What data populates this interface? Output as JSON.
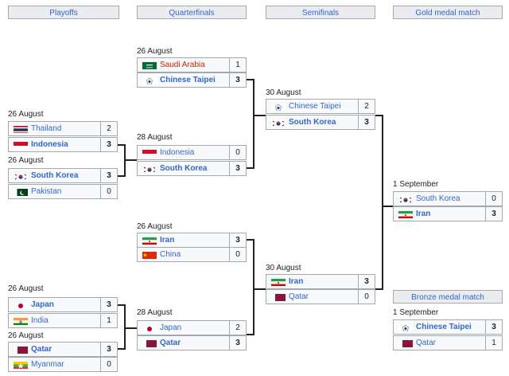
{
  "headers": {
    "playoffs": "Playoffs",
    "quarterfinals": "Quarterfinals",
    "semifinals": "Semifinals",
    "gold": "Gold medal match",
    "bronze": "Bronze medal match"
  },
  "matches": {
    "p1": {
      "date": "26 August",
      "teams": [
        {
          "name": "Thailand",
          "score": "2",
          "flag": "thailand-flag-icon"
        },
        {
          "name": "Indonesia",
          "score": "3",
          "flag": "indonesia-flag-icon"
        }
      ]
    },
    "p2": {
      "date": "26 August",
      "teams": [
        {
          "name": "South Korea",
          "score": "3",
          "flag": "south-korea-flag-icon"
        },
        {
          "name": "Pakistan",
          "score": "0",
          "flag": "pakistan-flag-icon"
        }
      ]
    },
    "p3": {
      "date": "26 August",
      "teams": [
        {
          "name": "Japan",
          "score": "3",
          "flag": "japan-flag-icon"
        },
        {
          "name": "India",
          "score": "1",
          "flag": "india-flag-icon"
        }
      ]
    },
    "p4": {
      "date": "26 August",
      "teams": [
        {
          "name": "Qatar",
          "score": "3",
          "flag": "qatar-flag-icon"
        },
        {
          "name": "Myanmar",
          "score": "0",
          "flag": "myanmar-flag-icon"
        }
      ]
    },
    "q1": {
      "date": "26 August",
      "teams": [
        {
          "name": "Saudi Arabia",
          "score": "1",
          "flag": "saudi-arabia-flag-icon"
        },
        {
          "name": "Chinese Taipei",
          "score": "3",
          "flag": "chinese-taipei-flag-icon"
        }
      ]
    },
    "q2": {
      "date": "28 August",
      "teams": [
        {
          "name": "Indonesia",
          "score": "0",
          "flag": "indonesia-flag-icon"
        },
        {
          "name": "South Korea",
          "score": "3",
          "flag": "south-korea-flag-icon"
        }
      ]
    },
    "q3": {
      "date": "26 August",
      "teams": [
        {
          "name": "Iran",
          "score": "3",
          "flag": "iran-flag-icon"
        },
        {
          "name": "China",
          "score": "0",
          "flag": "china-flag-icon"
        }
      ]
    },
    "q4": {
      "date": "28 August",
      "teams": [
        {
          "name": "Japan",
          "score": "2",
          "flag": "japan-flag-icon"
        },
        {
          "name": "Qatar",
          "score": "3",
          "flag": "qatar-flag-icon"
        }
      ]
    },
    "s1": {
      "date": "30 August",
      "teams": [
        {
          "name": "Chinese Taipei",
          "score": "2",
          "flag": "chinese-taipei-flag-icon"
        },
        {
          "name": "South Korea",
          "score": "3",
          "flag": "south-korea-flag-icon"
        }
      ]
    },
    "s2": {
      "date": "30 August",
      "teams": [
        {
          "name": "Iran",
          "score": "3",
          "flag": "iran-flag-icon"
        },
        {
          "name": "Qatar",
          "score": "0",
          "flag": "qatar-flag-icon"
        }
      ]
    },
    "gold": {
      "date": "1 September",
      "teams": [
        {
          "name": "South Korea",
          "score": "0",
          "flag": "south-korea-flag-icon"
        },
        {
          "name": "Iran",
          "score": "3",
          "flag": "iran-flag-icon"
        }
      ]
    },
    "bronze": {
      "date": "1 September",
      "teams": [
        {
          "name": "Chinese Taipei",
          "score": "3",
          "flag": "chinese-taipei-flag-icon"
        },
        {
          "name": "Qatar",
          "score": "1",
          "flag": "qatar-flag-icon"
        }
      ]
    }
  },
  "colors": {
    "link": "#3366cc",
    "link_unavailable": "#cc2200",
    "header_bg": "#eaecf0",
    "border": "#a2a9b1",
    "line": "#202122"
  }
}
